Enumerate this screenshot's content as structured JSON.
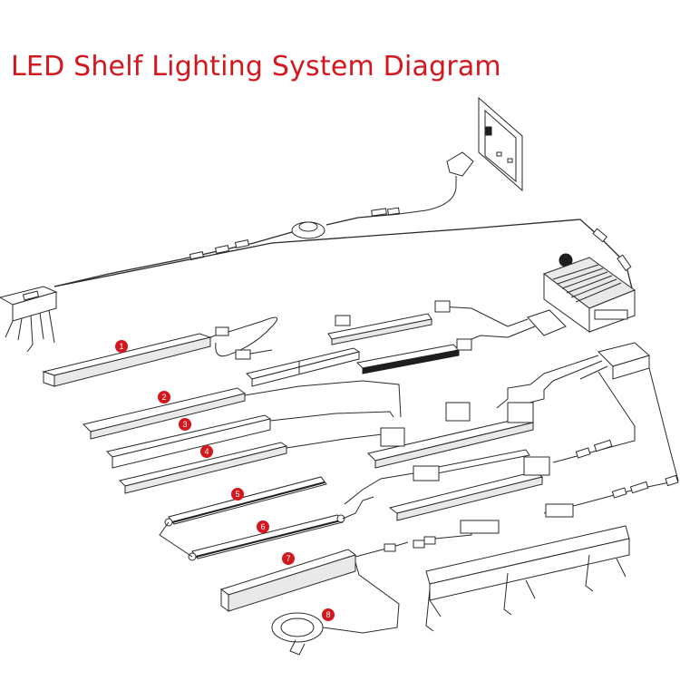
{
  "title": "LED Shelf Lighting System Diagram",
  "colors": {
    "title": "#d4171d",
    "badge": "#d4171d",
    "line": "#2a2a2a"
  },
  "badges": [
    "1",
    "2",
    "3",
    "4",
    "5",
    "6",
    "7",
    "8"
  ]
}
